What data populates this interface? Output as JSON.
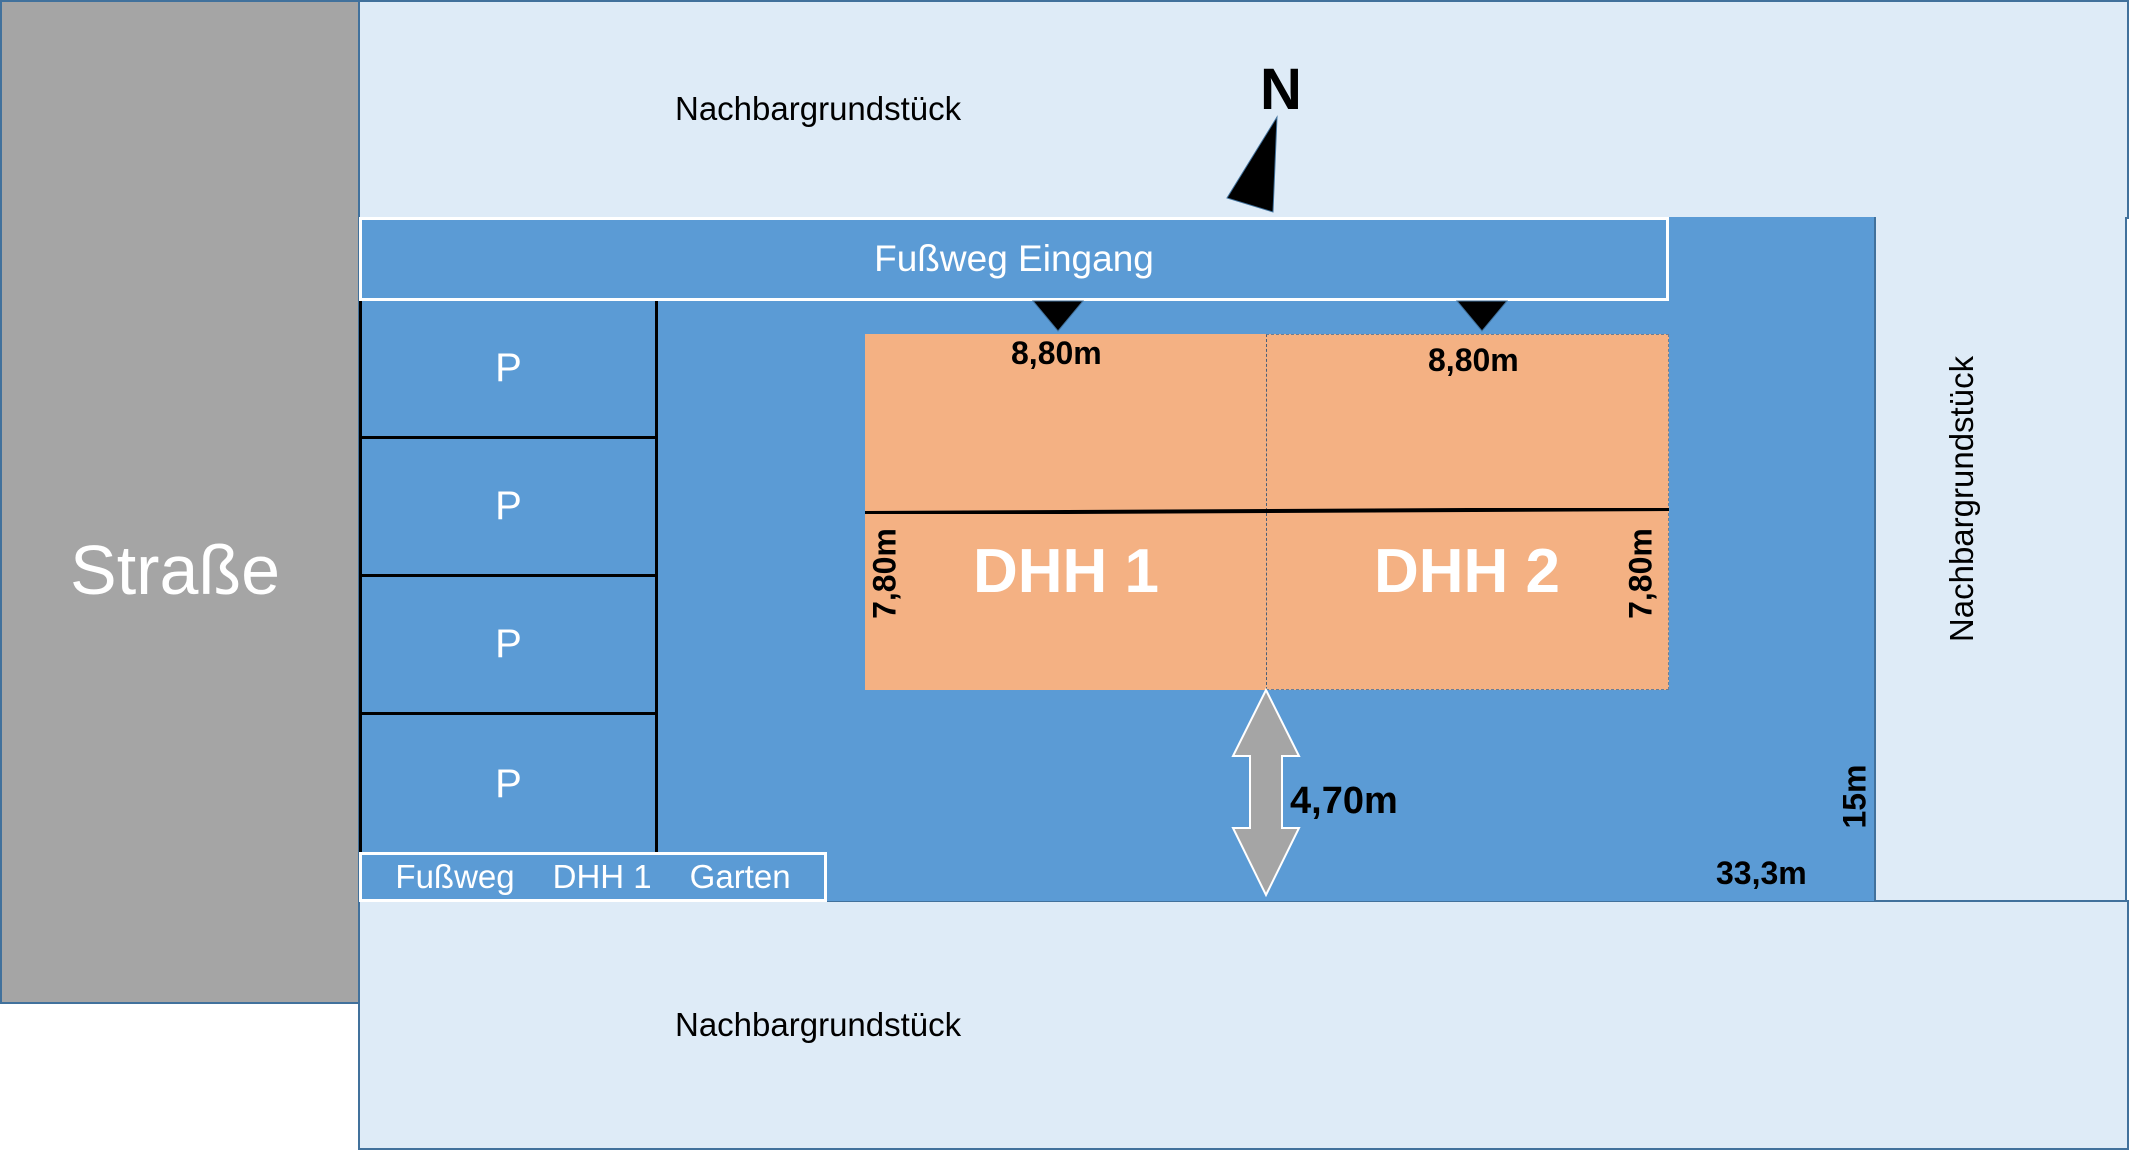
{
  "street": {
    "label": "Straße"
  },
  "neighbors": {
    "top": "Nachbargrundstück",
    "bottom": "Nachbargrundstück",
    "right": "Nachbargrundstück"
  },
  "north": {
    "label": "N"
  },
  "paths": {
    "entrance": "Fußweg Eingang",
    "garden": [
      "Fußweg",
      "DHH 1",
      "Garten"
    ]
  },
  "parking": {
    "spots": [
      "P",
      "P",
      "P",
      "P"
    ]
  },
  "houses": [
    {
      "name": "DHH 1",
      "width": "8,80m",
      "depth": "7,80m"
    },
    {
      "name": "DHH 2",
      "width": "8,80m",
      "depth": "7,80m"
    }
  ],
  "dimensions": {
    "garden_distance": "4,70m",
    "plot_length": "33,3m",
    "plot_width": "15m"
  },
  "colors": {
    "street": "#a5a5a5",
    "neighbor": "#deebf7",
    "plot": "#5b9bd5",
    "house": "#f4b183",
    "border": "#41719c"
  }
}
